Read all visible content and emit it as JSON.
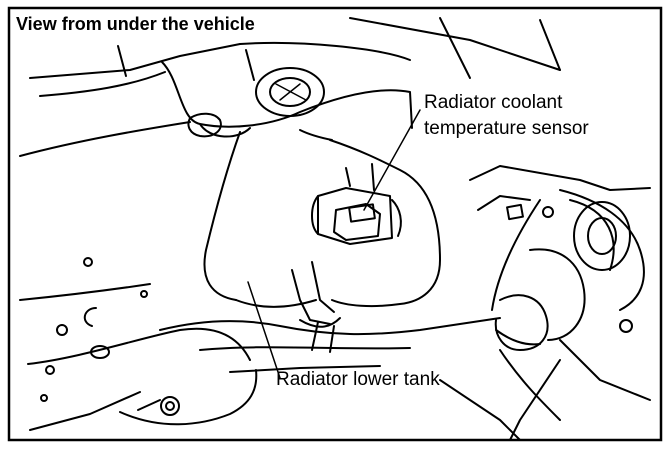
{
  "diagram": {
    "title": "View from under the vehicle",
    "labels": {
      "sensor_line1": "Radiator coolant",
      "sensor_line2": "temperature sensor",
      "lower_tank": "Radiator lower tank"
    }
  }
}
